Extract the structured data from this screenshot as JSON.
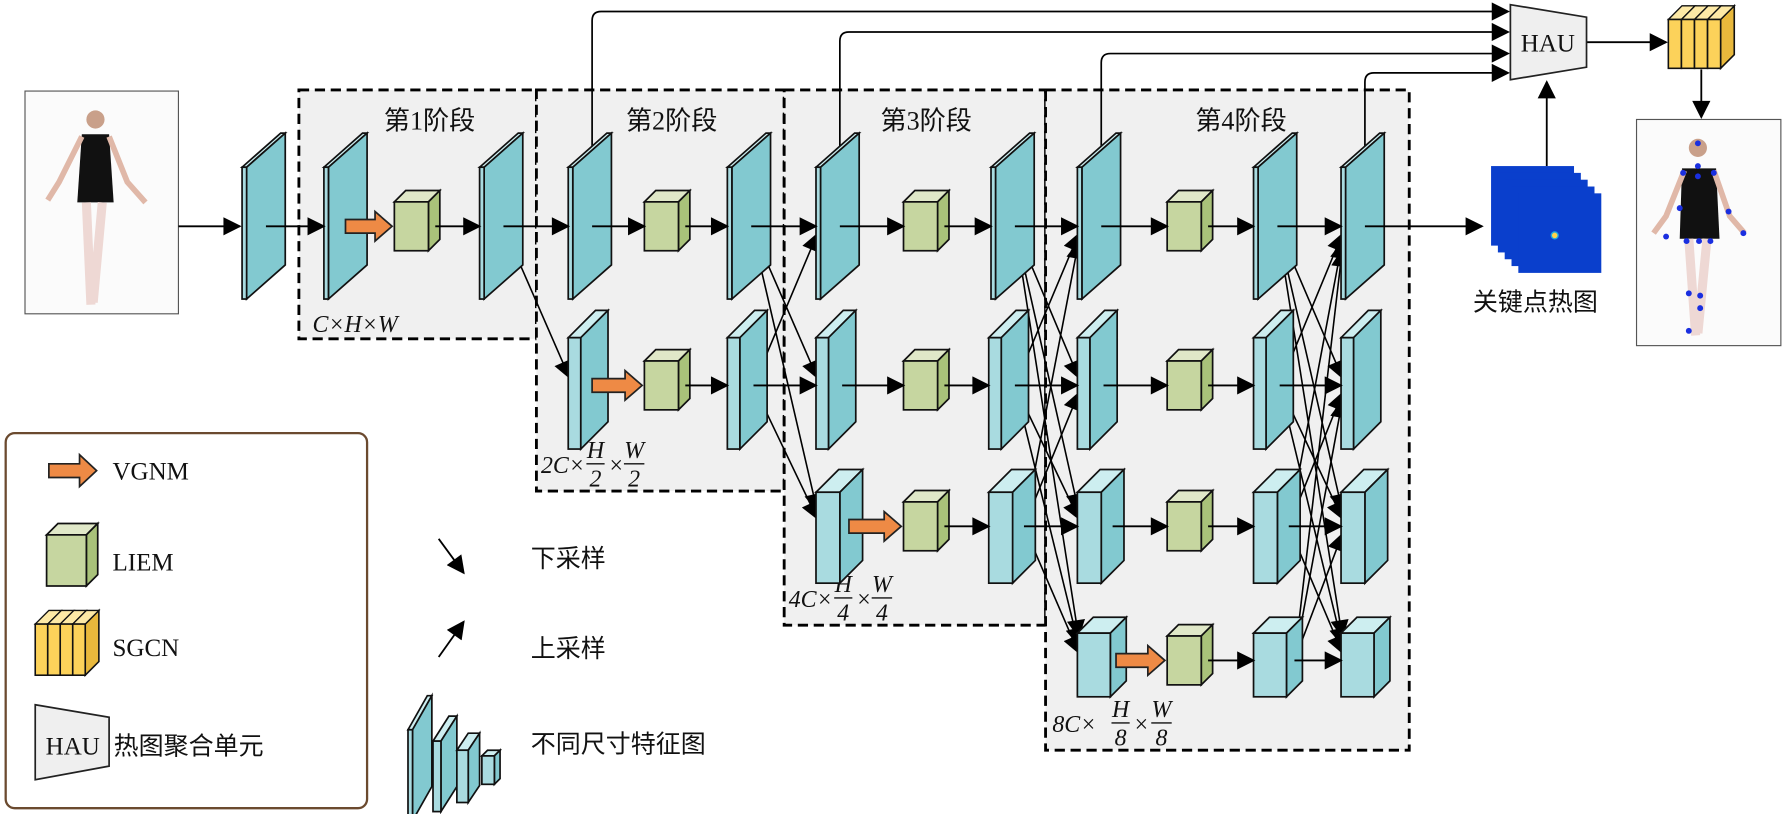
{
  "stages": [
    {
      "title": "第1阶段",
      "dim": {
        "prefix": "C×H×W"
      }
    },
    {
      "title": "第2阶段",
      "dim": {
        "prefix": "2C×",
        "num_h": "H",
        "num_w": "W",
        "den": "2"
      }
    },
    {
      "title": "第3阶段",
      "dim": {
        "prefix": "4C×",
        "num_h": "H",
        "num_w": "W",
        "den": "4"
      }
    },
    {
      "title": "第4阶段",
      "dim": {
        "prefix": "8C×",
        "num_h": "H",
        "num_w": "W",
        "den": "8"
      }
    }
  ],
  "hau_label": "HAU",
  "heatmap_label": "关键点热图",
  "legend": {
    "vgnm": "VGNM",
    "liem": "LIEM",
    "sgcn": "SGCN",
    "hau_abbr": "HAU",
    "hau": "热图聚合单元",
    "downsample": "下采样",
    "upsample": "上采样",
    "feature_maps": "不同尺寸特征图"
  },
  "colors": {
    "feature_map": "#82c9d0",
    "liem": "#c6d6a0",
    "vgnm": "#ee8a45",
    "sgcn": "#fcd25a",
    "heatmap": "#0a3fcc",
    "stage_bg": "#f0f0f0",
    "keypoint": "#1a2fe0"
  }
}
